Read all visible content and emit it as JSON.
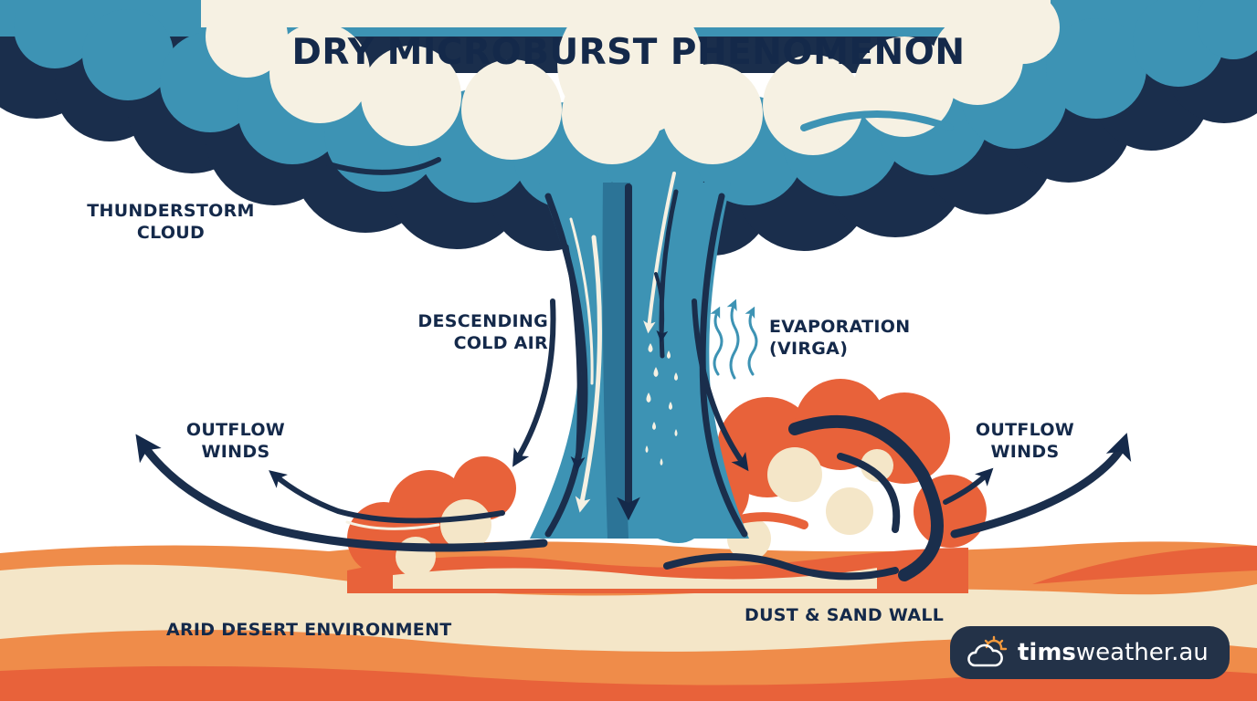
{
  "title": "DRY MICROBURST PHENOMENON",
  "labels": {
    "thunderstorm_cloud": [
      "THUNDERSTORM",
      "CLOUD"
    ],
    "descending_cold_air": [
      "DESCENDING",
      "COLD AIR"
    ],
    "evaporation": [
      "EVAPORATION",
      "(VIRGA)"
    ],
    "outflow_left": [
      "OUTFLOW",
      "WINDS"
    ],
    "outflow_right": [
      "OUTFLOW",
      "WINDS"
    ],
    "dust_wall": "DUST & SAND WALL",
    "arid_desert": "ARID DESERT ENVIRONMENT"
  },
  "brand": {
    "bold": "tims",
    "rest": "weather.au"
  },
  "icons": {
    "brand_logo": "cloud-sun-icon"
  },
  "colors": {
    "navy": "#14294a",
    "cloud_dark": "#1a2e4c",
    "cloud_mid": "#3d93b4",
    "cloud_cream": "#f6f1e3",
    "shaft_blue": "#3d93b4",
    "dust_orange": "#e8623a",
    "sand_light": "#f4e6c8",
    "sand_orange": "#ef8c4a",
    "badge_bg": "#233248",
    "sun_accent": "#f39a3d"
  }
}
